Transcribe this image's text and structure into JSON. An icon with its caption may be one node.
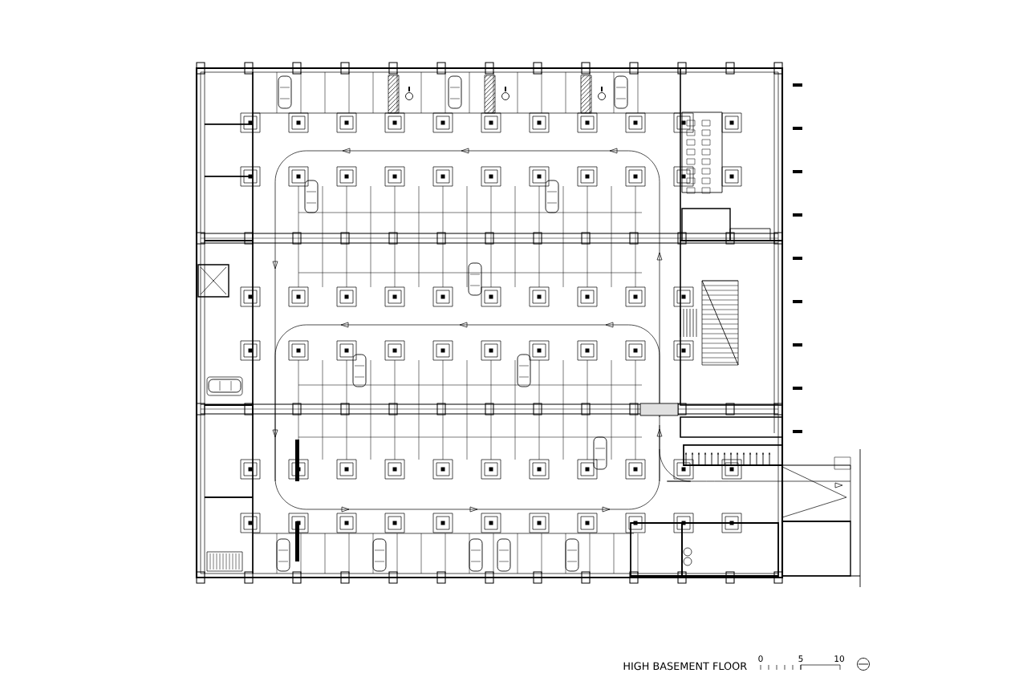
{
  "diagram": {
    "caption": "HIGH BASEMENT FLOOR",
    "labels": [
      "0",
      "5",
      "10"
    ]
  }
}
